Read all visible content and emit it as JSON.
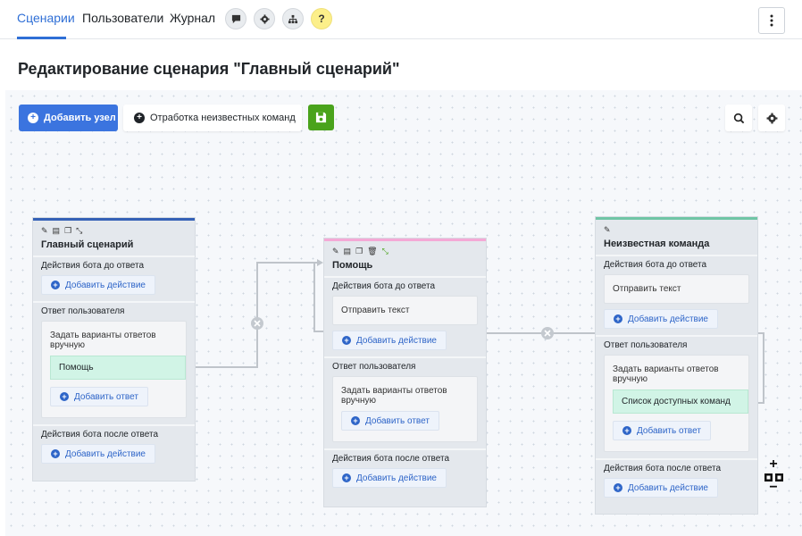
{
  "nav": {
    "tabs": [
      {
        "label": "Сценарии",
        "active": true
      },
      {
        "label": "Пользователи",
        "active": false
      },
      {
        "label": "Журнал",
        "active": false
      }
    ],
    "help_label": "?",
    "menu_icon": "kebab-vertical-icon"
  },
  "page": {
    "title": "Редактирование сценария \"Главный сценарий\""
  },
  "toolbar": {
    "add_node_label": "Добавить узел",
    "unknown_commands_label": "Отработка неизвестных команд",
    "save_icon": "floppy-disk-icon",
    "search_icon": "search-icon",
    "settings_icon": "gear-icon"
  },
  "colors": {
    "accent": "#3b74df",
    "save": "#4aa31c",
    "node_main": "#3561b6",
    "node_help": "#f4a9d6",
    "node_unknown": "#6fc5a5",
    "answer": "#d1f4e6"
  },
  "nodes": {
    "main": {
      "title": "Главный сценарий",
      "before_title": "Действия бота до ответа",
      "add_action": "Добавить действие",
      "user_answer_title": "Ответ пользователя",
      "manual_label": "Задать варианты ответов вручную",
      "answer": "Помощь",
      "add_answer": "Добавить ответ",
      "after_title": "Действия бота после ответа",
      "add_action_after": "Добавить действие"
    },
    "help": {
      "title": "Помощь",
      "before_title": "Действия бота до ответа",
      "send_text": "Отправить текст",
      "add_action": "Добавить действие",
      "user_answer_title": "Ответ пользователя",
      "manual_label": "Задать варианты ответов вручную",
      "add_answer": "Добавить ответ",
      "after_title": "Действия бота после ответа",
      "add_action_after": "Добавить действие"
    },
    "unknown": {
      "title": "Неизвестная команда",
      "before_title": "Действия бота до ответа",
      "send_text": "Отправить текст",
      "add_action": "Добавить действие",
      "user_answer_title": "Ответ пользователя",
      "manual_label": "Задать варианты ответов вручную",
      "answer": "Список доступных команд",
      "add_answer": "Добавить ответ",
      "after_title": "Действия бота после ответа",
      "add_action_after": "Добавить действие"
    }
  },
  "zoom": {
    "in_label": "+",
    "out_label": "−",
    "fit_icon": "fit-view-icon"
  }
}
